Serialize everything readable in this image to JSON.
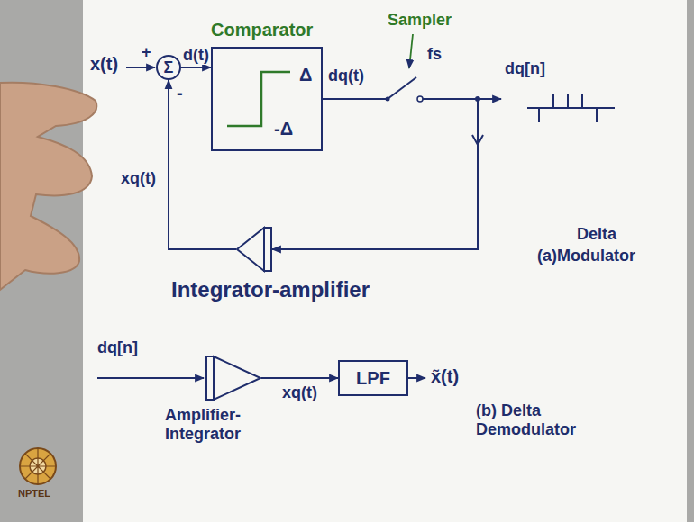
{
  "diagram": {
    "nodes": [
      {
        "text": [
          "Σ"
        ]
      },
      {
        "text": [
          "Comparator",
          "Δ",
          "-Δ"
        ]
      },
      {
        "text": [
          "Integrator-amplifier"
        ]
      },
      {
        "text": [
          "Amplifier- Integrator"
        ]
      },
      {
        "text": [
          "LPF"
        ]
      }
    ],
    "edges": [
      {
        "from": 0,
        "to": 1,
        "label": "d(t)",
        "arrow": "to"
      },
      {
        "from": 1,
        "to": 2,
        "arrow": "to"
      },
      {
        "from": 2,
        "to": 0,
        "label": "xq(t)",
        "arrow": "to"
      },
      {
        "from": 3,
        "to": 4,
        "label": "xq(t)",
        "arrow": "to"
      }
    ],
    "labels": [
      "x(t)",
      "+",
      "-",
      "dq(t)",
      "Sampler",
      "fs",
      "dq[n]",
      "Delta",
      "(a)Modulator",
      "dq[n]",
      "x̃(t)",
      "(b) Delta Demodulator",
      "NPTEL"
    ]
  }
}
